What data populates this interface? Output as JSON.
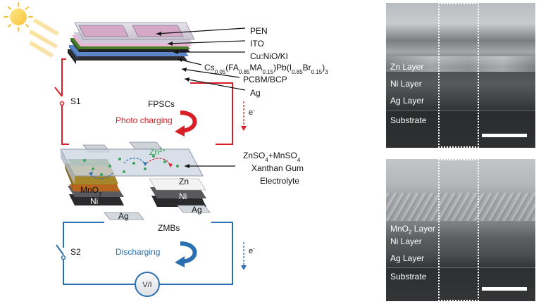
{
  "schematic": {
    "pv_layers": [
      "PEN",
      "ITO",
      "Cu:NiO/KI",
      "PCBM/BCP",
      "Ag"
    ],
    "perovskite": {
      "cs": "Cs",
      "cs_sub": "0.05",
      "fa": "(FA",
      "fa_sub": "0.85",
      "ma": "MA",
      "ma_sub": "0.15",
      "pb": ")Pb(I",
      "i_sub": "0.85",
      "br": "Br",
      "br_sub": "0.15",
      "end": ")",
      "end_sub": "3"
    },
    "fpscs_label": "FPSCs",
    "photo_charging_label": "Photo charging",
    "switch1_label": "S1",
    "switch2_label": "S2",
    "electron_label": "e",
    "electron_sup": "-",
    "zn_ion_label": "Zn",
    "zn_ion_sup": "2+",
    "electrolyte": {
      "line1_a": "ZnSO",
      "line1_a_sub": "4",
      "line1_b": "+MnSO",
      "line1_b_sub": "4",
      "line2": "Xanthan Gum",
      "line3": "Electrolyte"
    },
    "battery_left": {
      "mno2": "MnO",
      "mno2_sub": "2",
      "ni": "Ni",
      "ag": "Ag"
    },
    "battery_right": {
      "zn": "Zn",
      "ni": "Ni",
      "ag": "Ag"
    },
    "zmbs_label": "ZMBs",
    "discharging_label": "Discharging",
    "meter_label": "V/I",
    "colors": {
      "charge_circuit": "#d81f26",
      "discharge_circuit": "#2a6fb0",
      "green_electrode": "#4a7d2a",
      "mno2": "#b5651d"
    }
  },
  "sem_top": {
    "layers": [
      "Zn Layer",
      "Ni Layer",
      "Ag Layer",
      "Substrate"
    ]
  },
  "sem_bottom": {
    "layers": [
      {
        "prefix": "MnO",
        "sub": "2",
        "suffix": " Layer"
      },
      {
        "prefix": "Ni Layer",
        "sub": "",
        "suffix": ""
      },
      {
        "prefix": "Ag Layer",
        "sub": "",
        "suffix": ""
      },
      {
        "prefix": "Substrate",
        "sub": "",
        "suffix": ""
      }
    ]
  }
}
